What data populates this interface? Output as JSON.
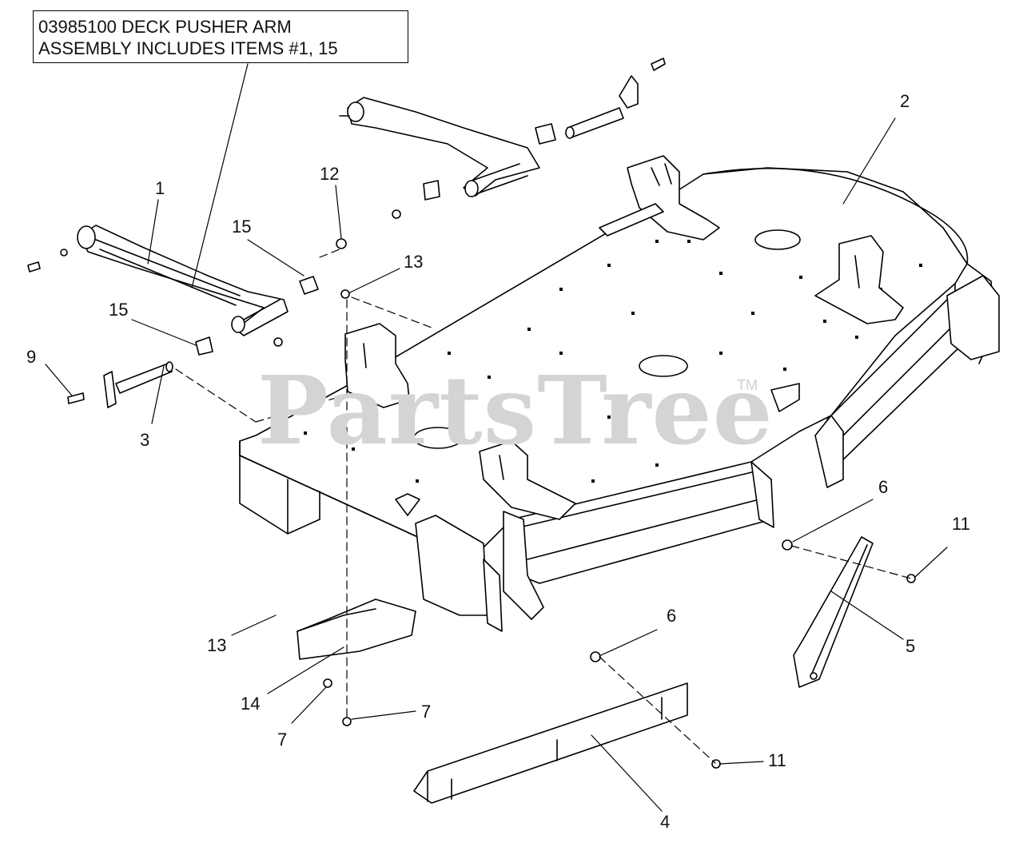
{
  "note": {
    "line1": "03985100 DECK PUSHER ARM",
    "line2": "ASSEMBLY INCLUDES ITEMS #1, 15"
  },
  "callouts": {
    "c1": "1",
    "c2": "2",
    "c3": "3",
    "c4": "4",
    "c5": "5",
    "c6a": "6",
    "c6b": "6",
    "c7a": "7",
    "c7b": "7",
    "c9": "9",
    "c11a": "11",
    "c11b": "11",
    "c12": "12",
    "c13a": "13",
    "c13b": "13",
    "c14": "14",
    "c15a": "15",
    "c15b": "15"
  },
  "watermark": {
    "text": "PartsTree",
    "tm": "TM"
  }
}
